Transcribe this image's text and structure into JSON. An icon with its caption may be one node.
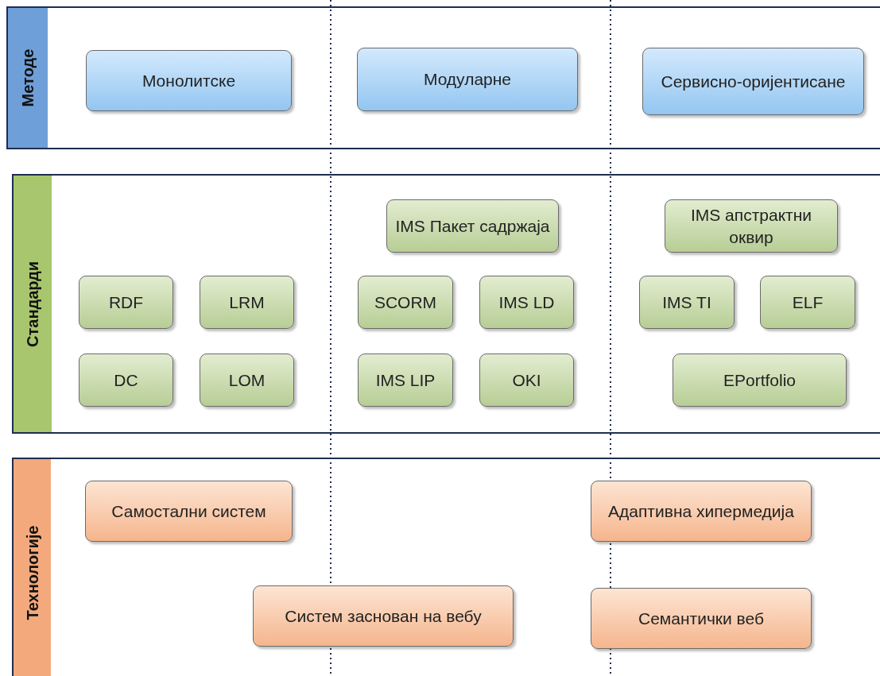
{
  "diagram": {
    "nodes": [
      {
        "text": [
          "Методе"
        ]
      },
      {
        "text": [
          "Монолитске"
        ],
        "in": 0
      },
      {
        "text": [
          "Модуларне"
        ],
        "in": 0
      },
      {
        "text": [
          "Сервисно-оријентисане"
        ],
        "in": 0
      },
      {
        "text": [
          "Стандарди"
        ]
      },
      {
        "text": [
          "IMS Пакет садржаја"
        ],
        "in": 4
      },
      {
        "text": [
          "IMS апстрактни оквир"
        ],
        "in": 4
      },
      {
        "text": [
          "RDF"
        ],
        "in": 4
      },
      {
        "text": [
          "LRM"
        ],
        "in": 4
      },
      {
        "text": [
          "SCORM"
        ],
        "in": 4
      },
      {
        "text": [
          "IMS LD"
        ],
        "in": 4
      },
      {
        "text": [
          "IMS TI"
        ],
        "in": 4
      },
      {
        "text": [
          "ELF"
        ],
        "in": 4
      },
      {
        "text": [
          "DC"
        ],
        "in": 4
      },
      {
        "text": [
          "LOM"
        ],
        "in": 4
      },
      {
        "text": [
          "IMS LIP"
        ],
        "in": 4
      },
      {
        "text": [
          "OKI"
        ],
        "in": 4
      },
      {
        "text": [
          "EPortfolio"
        ],
        "in": 4
      },
      {
        "text": [
          "Технологије"
        ]
      },
      {
        "text": [
          "Самостални систем"
        ],
        "in": 18
      },
      {
        "text": [
          "Адаптивна хипермедија"
        ],
        "in": 18
      },
      {
        "text": [
          "Систем заснован на вебу"
        ],
        "in": 18
      },
      {
        "text": [
          "Семантички веб"
        ],
        "in": 18
      }
    ]
  }
}
